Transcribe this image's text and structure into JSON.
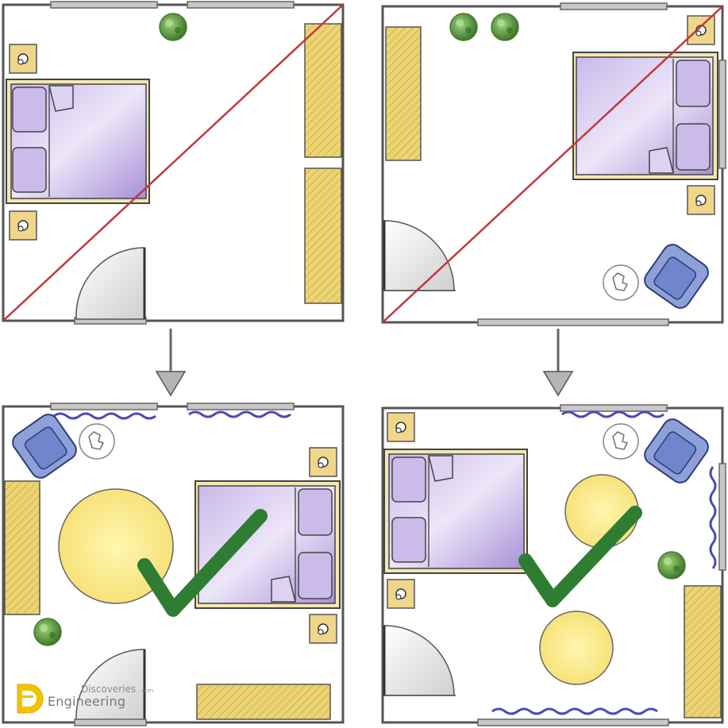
{
  "logo": {
    "brand_top": "Discoveries",
    "brand_domain": ".com",
    "brand_main": "Engineering",
    "monogram": "DE"
  },
  "colors": {
    "wall": "#555555",
    "window": "#9a9a9a",
    "wardrobe": "#e8cf6a",
    "bed_purple": "#b9a6dd",
    "cross_line": "#c0383c",
    "check": "#2e7d32",
    "curtain": "#4a4ab8",
    "armchair": "#6f86cc",
    "plant": "#5c9a3a",
    "circle_light": "#fbef9a",
    "arrow": "#b5b5b5"
  },
  "panels": [
    {
      "id": "top-left",
      "status": "incorrect"
    },
    {
      "id": "top-right",
      "status": "incorrect"
    },
    {
      "id": "bottom-left",
      "status": "correct"
    },
    {
      "id": "bottom-right",
      "status": "correct"
    }
  ]
}
